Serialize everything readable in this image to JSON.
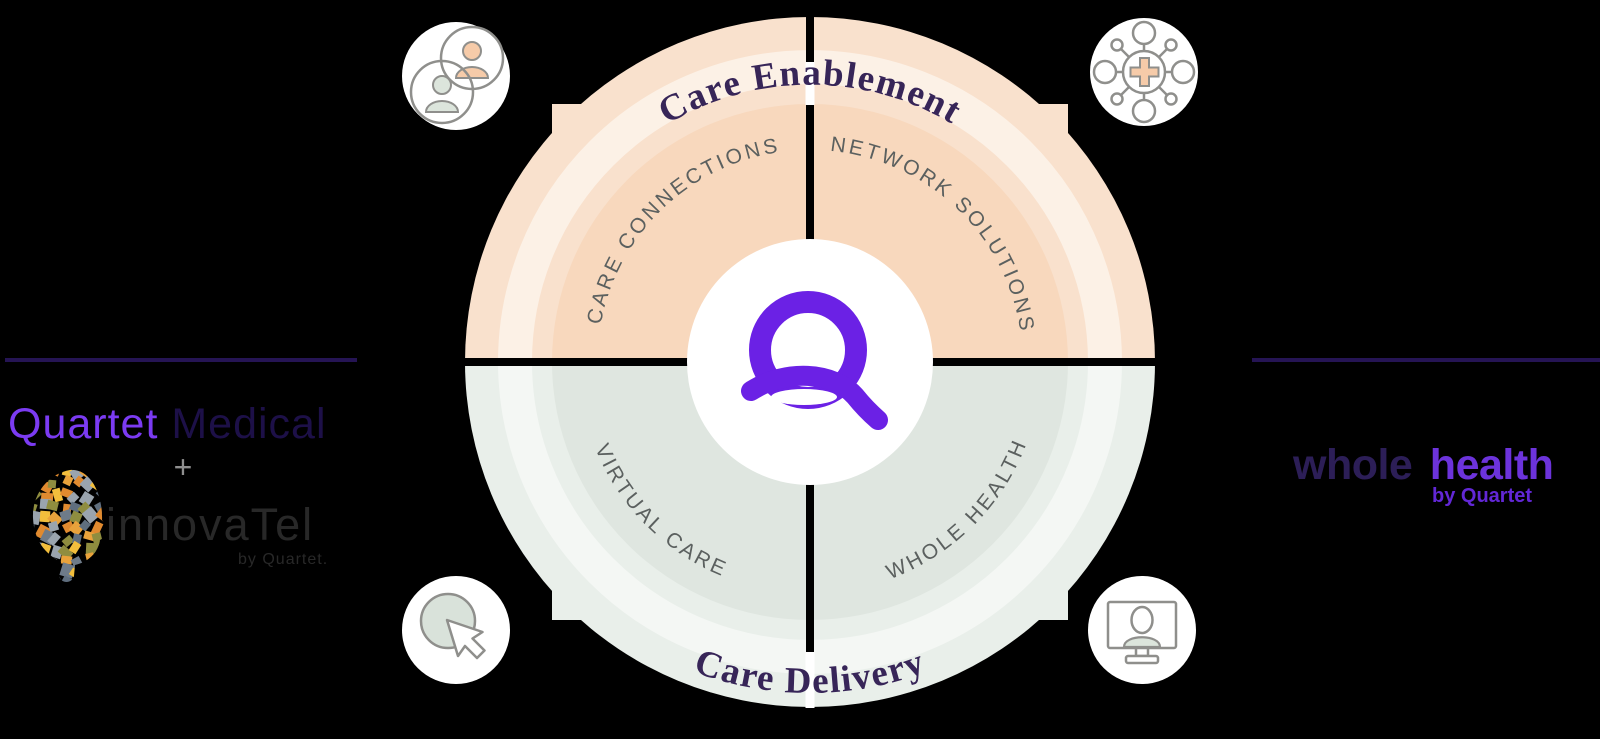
{
  "background_color": "#000000",
  "wheel": {
    "top_title": "Care Enablement",
    "bottom_title": "Care Delivery",
    "quadrants": {
      "top_left": "CARE CONNECTIONS",
      "top_right": "NETWORK SOLUTIONS",
      "bottom_left": "VIRTUAL CARE",
      "bottom_right": "WHOLE HEALTH"
    },
    "center_logo_letter": "Q",
    "colors": {
      "top_outer_ring": "#F9E1CD",
      "top_text_band": "#FCF1E6",
      "top_quadrant": "#F8D8BD",
      "bottom_outer_ring": "#E9EFEA",
      "bottom_text_band": "#F4F7F4",
      "bottom_quadrant": "#DFE6E0",
      "divider": "#000000",
      "title_text": "#372558",
      "quadrant_label_text": "#5B605F",
      "q_logo_purple": "#6B21E5",
      "center_disc": "#FFFFFF"
    }
  },
  "left_logos": {
    "quartet": "Quartet",
    "medical": " Medical",
    "quartet_color": "#7B3BF2",
    "medical_color": "#1D1048",
    "plus": "+",
    "innovatel": "innovaTel",
    "innovatel_byline": "by Quartet.",
    "rule_color": "#251454"
  },
  "right_logo": {
    "whole": "whole",
    "health": "health",
    "byline": "by Quartet",
    "whole_color": "#2C1E57",
    "health_color": "#6C33DB",
    "rule_color": "#251454"
  },
  "icons": {
    "top_left": "two-people-overlapping-circles",
    "top_right": "network-hub-medical-cross",
    "bottom_left": "cursor-click",
    "bottom_right": "telehealth-monitor-person"
  }
}
